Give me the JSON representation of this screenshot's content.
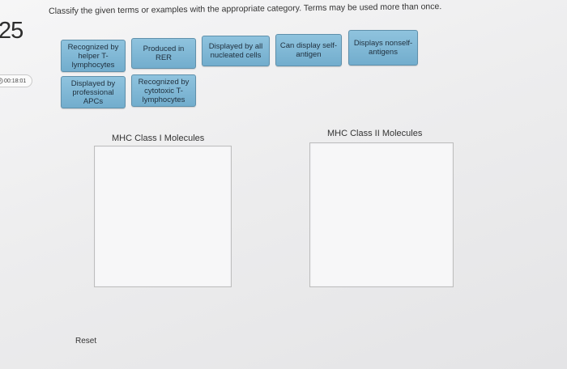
{
  "question": {
    "number": "25",
    "instructions": "Classify the given terms or examples with the appropriate category. Terms may be used more than once."
  },
  "timer": {
    "value": "00:18:01",
    "icon": "clock-icon"
  },
  "tiles": [
    {
      "label": "Recognized by helper T-lymphocytes"
    },
    {
      "label": "Produced in RER"
    },
    {
      "label": "Displayed by all nucleated cells"
    },
    {
      "label": "Can display self-antigen"
    },
    {
      "label": "Displays nonself-antigens"
    },
    {
      "label": "Displayed by professional APCs"
    },
    {
      "label": "Recognized by cytotoxic T-lymphocytes"
    }
  ],
  "categories": [
    {
      "label": "MHC Class I Molecules"
    },
    {
      "label": "MHC Class II Molecules"
    }
  ],
  "reset_label": "Reset",
  "colors": {
    "tile_fill": "#7fb8d6",
    "tile_border": "#5f90ab"
  }
}
